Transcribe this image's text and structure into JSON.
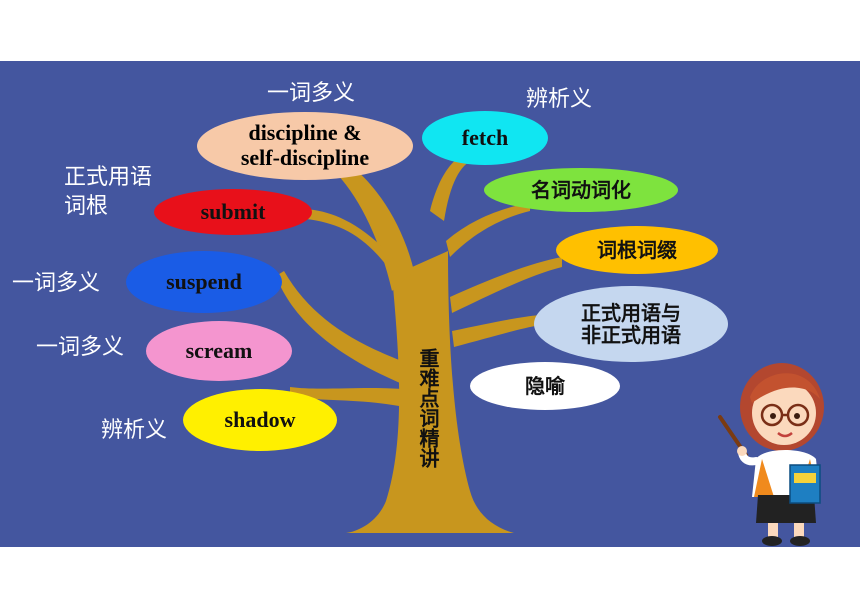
{
  "trunk_title": "重难点词精讲",
  "left_words": [
    {
      "word": "discipline &\nself-discipline",
      "note": "一词多义",
      "color": "#f7c9a8"
    },
    {
      "word": "submit",
      "note": "正式用语\n词根",
      "color": "#e8101a"
    },
    {
      "word": "suspend",
      "note": "一词多义",
      "color": "#1a5ce6"
    },
    {
      "word": "scream",
      "note": "一词多义",
      "color": "#f495cf"
    },
    {
      "word": "shadow",
      "note": "辨析义",
      "color": "#fff000"
    }
  ],
  "right_words": [
    {
      "word": "fetch",
      "note": "辨析义",
      "color": "#10e6f2"
    },
    {
      "word": "名词动词化",
      "color": "#7ee33e"
    },
    {
      "word": "词根词缀",
      "color": "#ffc000"
    },
    {
      "word": "正式用语与\n非正式用语",
      "color": "#c5d7ef"
    },
    {
      "word": "隐喻",
      "color": "#ffffff"
    }
  ]
}
